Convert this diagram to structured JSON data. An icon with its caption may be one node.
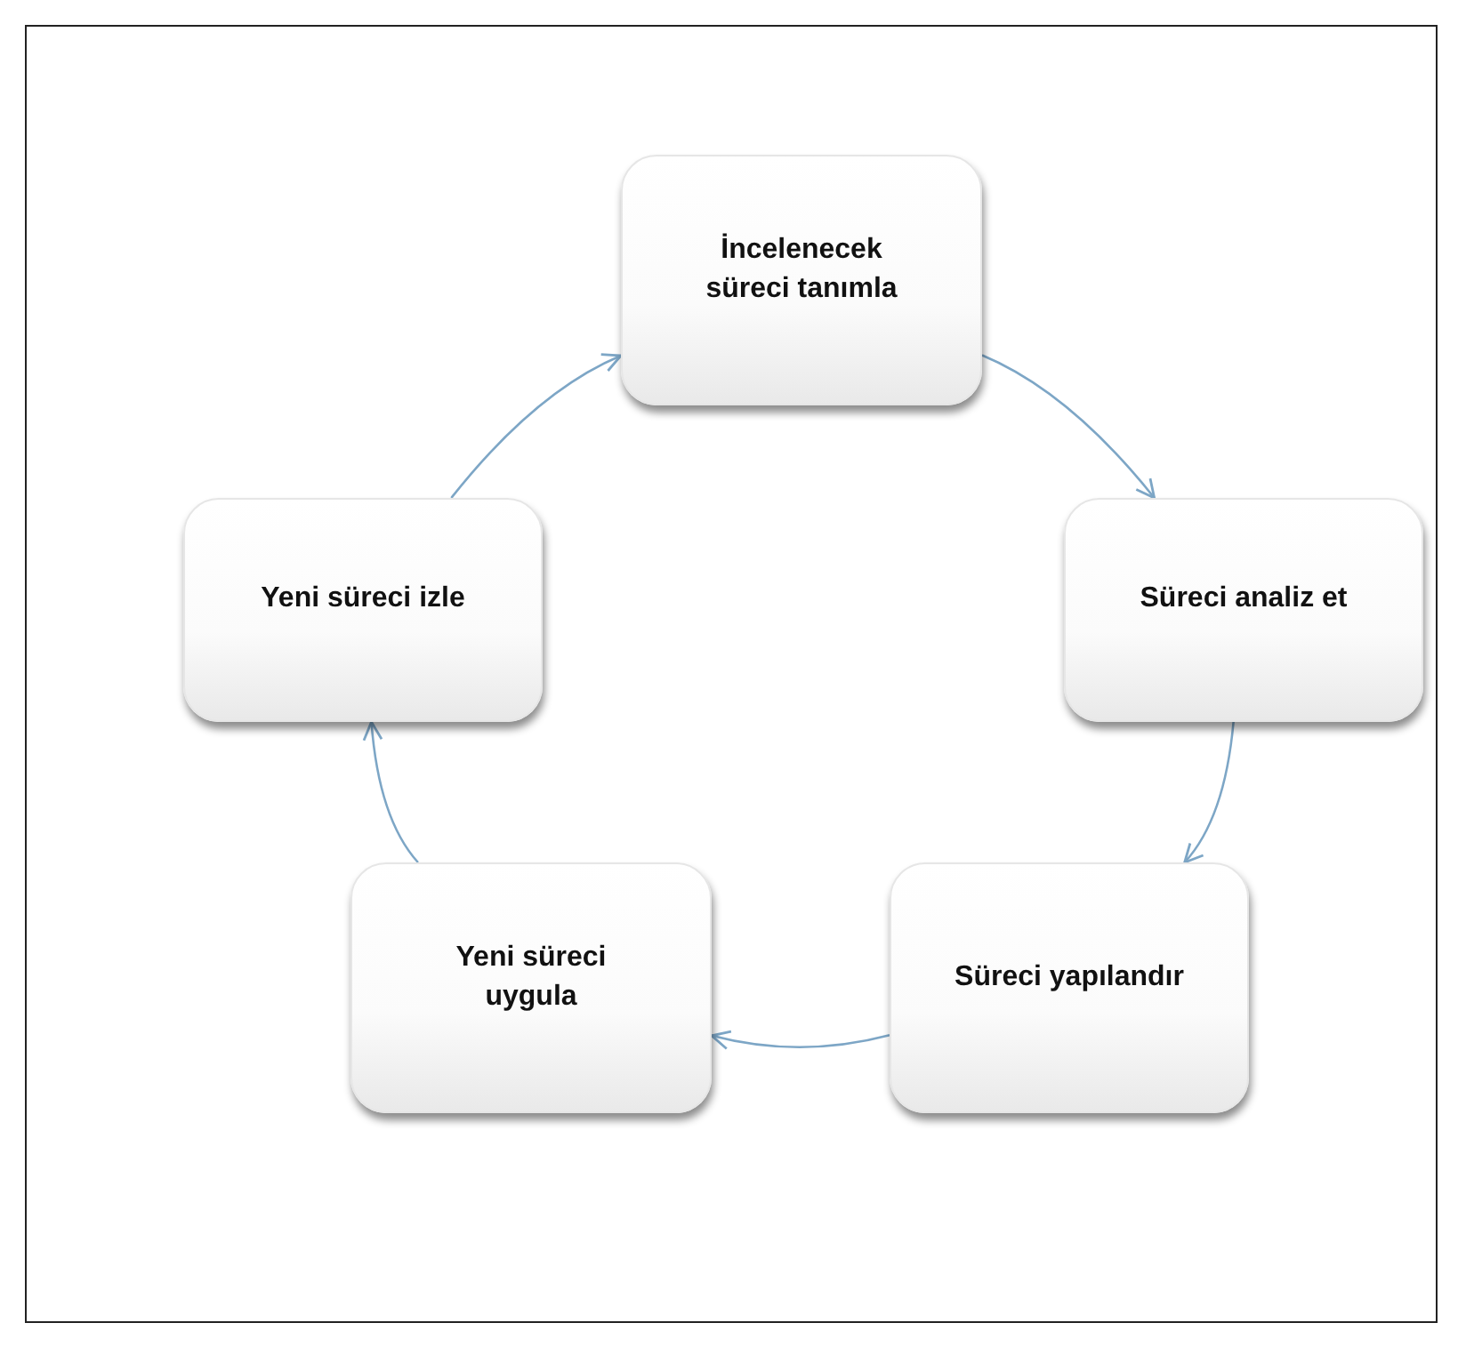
{
  "diagram": {
    "nodes": [
      {
        "text": [
          "İncelenecek süreci tanımla"
        ]
      },
      {
        "text": [
          "Süreci analiz et"
        ]
      },
      {
        "text": [
          "Süreci yapılandır"
        ]
      },
      {
        "text": [
          "Yeni süreci uygula"
        ]
      },
      {
        "text": [
          "Yeni süreci izle"
        ]
      }
    ],
    "edges": [
      {
        "from": 0,
        "to": 1,
        "arrow": "to"
      },
      {
        "from": 1,
        "to": 2,
        "arrow": "to"
      },
      {
        "from": 2,
        "to": 3,
        "arrow": "to"
      },
      {
        "from": 3,
        "to": 4,
        "arrow": "to"
      },
      {
        "from": 4,
        "to": 0,
        "arrow": "to"
      }
    ]
  }
}
